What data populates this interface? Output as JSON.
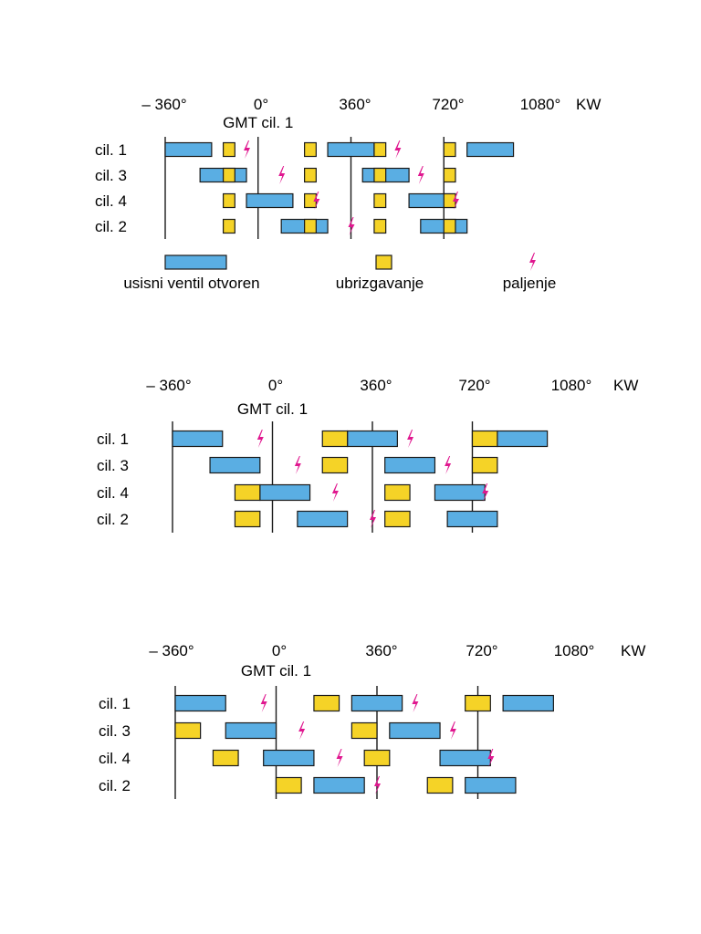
{
  "colors": {
    "intake": "#5aaee3",
    "injection": "#f5d327",
    "ignition": "#e0178f",
    "stroke": "#1a1a1a"
  },
  "diagrams": [
    {
      "angle_labels": [
        "– 360°",
        "0°",
        "360°",
        "720°",
        "1080°",
        "KW"
      ],
      "gmt_label": "GMT cil. 1",
      "rows": [
        {
          "label": "cil. 1",
          "intake": [
            [
              -360,
              -180
            ],
            [
              270,
              450
            ],
            [
              810,
              990
            ]
          ],
          "injection": [
            [
              -135,
              -90
            ],
            [
              180,
              225
            ],
            [
              450,
              495
            ],
            [
              720,
              765
            ]
          ],
          "ignition": [
            -45,
            540
          ]
        },
        {
          "label": "cil. 3",
          "intake": [
            [
              -225,
              -45
            ],
            [
              405,
              585
            ]
          ],
          "injection": [
            [
              -135,
              -90
            ],
            [
              180,
              225
            ],
            [
              450,
              495
            ],
            [
              720,
              765
            ]
          ],
          "ignition": [
            90,
            630
          ]
        },
        {
          "label": "cil. 4",
          "intake": [
            [
              -45,
              135
            ],
            [
              585,
              765
            ]
          ],
          "injection": [
            [
              -135,
              -90
            ],
            [
              180,
              225
            ],
            [
              450,
              495
            ],
            [
              720,
              765
            ]
          ],
          "ignition": [
            225,
            765
          ]
        },
        {
          "label": "cil. 2",
          "intake": [
            [
              90,
              270
            ],
            [
              630,
              810
            ]
          ],
          "injection": [
            [
              -135,
              -90
            ],
            [
              180,
              225
            ],
            [
              450,
              495
            ],
            [
              720,
              765
            ]
          ],
          "ignition": [
            360
          ]
        }
      ],
      "legend": {
        "intake": "usisni ventil otvoren",
        "injection": "ubrizgavanje",
        "ignition": "paljenje"
      }
    },
    {
      "angle_labels": [
        "– 360°",
        "0°",
        "360°",
        "720°",
        "1080°",
        "KW"
      ],
      "gmt_label": "GMT cil. 1",
      "rows": [
        {
          "label": "cil. 1",
          "intake": [
            [
              -360,
              -180
            ],
            [
              270,
              450
            ],
            [
              810,
              990
            ]
          ],
          "injection": [
            [
              180,
              270
            ],
            [
              720,
              810
            ]
          ],
          "ignition": [
            -45,
            495
          ]
        },
        {
          "label": "cil. 3",
          "intake": [
            [
              -225,
              -45
            ],
            [
              405,
              585
            ]
          ],
          "injection": [
            [
              180,
              270
            ],
            [
              720,
              810
            ]
          ],
          "ignition": [
            90,
            630
          ]
        },
        {
          "label": "cil. 4",
          "intake": [
            [
              -45,
              135
            ],
            [
              585,
              765
            ]
          ],
          "injection": [
            [
              -135,
              -45
            ],
            [
              405,
              495
            ]
          ],
          "ignition": [
            225,
            765
          ]
        },
        {
          "label": "cil. 2",
          "intake": [
            [
              90,
              270
            ],
            [
              630,
              810
            ]
          ],
          "injection": [
            [
              -135,
              -45
            ],
            [
              405,
              495
            ]
          ],
          "ignition": [
            360
          ]
        }
      ]
    },
    {
      "angle_labels": [
        "– 360°",
        "0°",
        "360°",
        "720°",
        "1080°",
        "KW"
      ],
      "gmt_label": "GMT cil. 1",
      "rows": [
        {
          "label": "cil. 1",
          "intake": [
            [
              -360,
              -180
            ],
            [
              270,
              450
            ],
            [
              810,
              990
            ]
          ],
          "injection": [
            [
              135,
              225
            ],
            [
              675,
              765
            ]
          ],
          "ignition": [
            -45,
            495
          ]
        },
        {
          "label": "cil. 3",
          "intake": [
            [
              -180,
              0
            ],
            [
              405,
              585
            ]
          ],
          "injection": [
            [
              -360,
              -270
            ],
            [
              270,
              360
            ]
          ],
          "ignition": [
            90,
            630
          ]
        },
        {
          "label": "cil. 4",
          "intake": [
            [
              -45,
              135
            ],
            [
              585,
              765
            ]
          ],
          "injection": [
            [
              -225,
              -135
            ],
            [
              315,
              405
            ]
          ],
          "ignition": [
            225,
            765
          ]
        },
        {
          "label": "cil. 2",
          "intake": [
            [
              135,
              315
            ],
            [
              675,
              855
            ]
          ],
          "injection": [
            [
              0,
              90
            ],
            [
              540,
              630
            ]
          ],
          "ignition": [
            360
          ]
        }
      ]
    }
  ]
}
